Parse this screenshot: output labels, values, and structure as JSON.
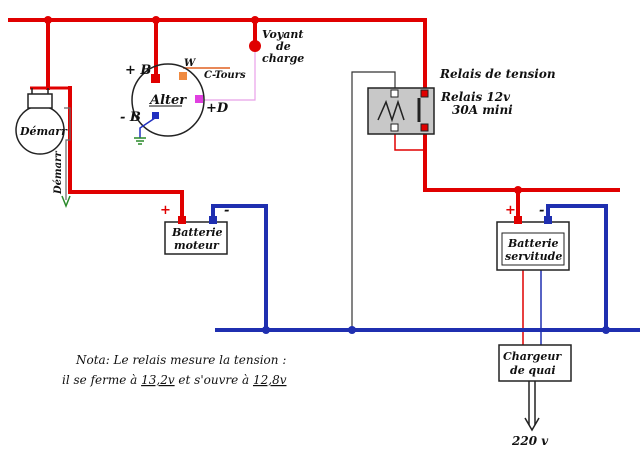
{
  "labels": {
    "voyant_line1": "Voyant",
    "voyant_line2": "de",
    "voyant_line3": "charge",
    "relais_title": "Relais de tension",
    "relais_line1": "Relais 12v",
    "relais_line2": "30A  mini",
    "alter_name": "Alter",
    "terminal_b_plus": "+ B",
    "terminal_w": "W",
    "terminal_ctours": "C-Tours",
    "terminal_d_plus": "+D",
    "terminal_b_minus": "- B",
    "demarr_name": "Démarr",
    "demarr_wire": "Démarr",
    "batt_moteur_line1": "Batterie",
    "batt_moteur_line2": "moteur",
    "batt_serv_line1": "Batterie",
    "batt_serv_line2": "servitude",
    "chargeur_line1": "Chargeur",
    "chargeur_line2": "de quai",
    "mains": "220 v",
    "plus": "+",
    "minus": "-",
    "note_line1": "Nota:  Le relais mesure la tension :",
    "note_line2_prefix": "il  se ferme à ",
    "note_value_close": "13,2v",
    "note_line2_mid": "   et  s'ouvre à ",
    "note_value_open": "12,8v"
  },
  "colors": {
    "positive_wire": "#e00000",
    "negative_wire": "#1f2fb0",
    "signal_wire": "#333333",
    "lamp": "#e00000",
    "w_terminal": "#f08a40",
    "d_terminal": "#e040e0",
    "b_minus_terminal": "#2030c0",
    "relay_body": "#c8c8c8",
    "ground_arrow": "#2a8a2a"
  }
}
